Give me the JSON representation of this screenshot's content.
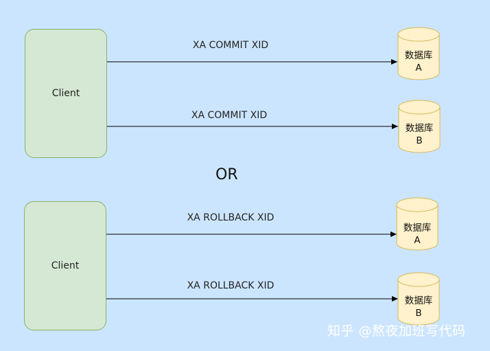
{
  "colors": {
    "background": "#cce5ff",
    "client_fill": "#d5e8d4",
    "client_stroke": "#82b366",
    "db_fill": "#fff2cc",
    "db_stroke": "#d6b656",
    "arrow": "#000000"
  },
  "separator": "OR",
  "top_group": {
    "client": "Client",
    "edges": [
      {
        "label": "XA COMMIT XID",
        "target": {
          "line1": "数据库",
          "line2": "A"
        }
      },
      {
        "label": "XA COMMIT XID",
        "target": {
          "line1": "数据库",
          "line2": "B"
        }
      }
    ]
  },
  "bottom_group": {
    "client": "Client",
    "edges": [
      {
        "label": "XA ROLLBACK XID",
        "target": {
          "line1": "数据库",
          "line2": "A"
        }
      },
      {
        "label": "XA ROLLBACK XID",
        "target": {
          "line1": "数据库",
          "line2": "B"
        }
      }
    ]
  },
  "watermark": "知乎 @熬夜加班写代码"
}
